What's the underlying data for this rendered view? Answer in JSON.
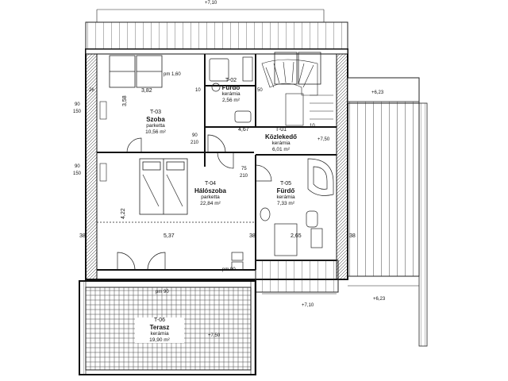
{
  "rooms": [
    {
      "code": "T-02",
      "name": "Fürdő",
      "material": "kerámia",
      "area": "2,56 m²"
    },
    {
      "code": "T-03",
      "name": "Szoba",
      "material": "parketta",
      "area": "10,56 m²"
    },
    {
      "code": "T-01",
      "name": "Közlekedő",
      "material": "kerámia",
      "area": "6,01 m²"
    },
    {
      "code": "T-04",
      "name": "Hálószoba",
      "material": "parketta",
      "area": "22,84 m²"
    },
    {
      "code": "T-05",
      "name": "Fürdő",
      "material": "kerámia",
      "area": "7,33 m²"
    },
    {
      "code": "T-06",
      "name": "Terasz",
      "material": "kerámia",
      "area": "19,90 m²"
    }
  ],
  "levels": {
    "top": "+7,10",
    "right_top": "+6,23",
    "right_bottom": "+6,23",
    "bottom_center": "+7,10",
    "corridor": "+7,50",
    "terrace": "+7,50"
  },
  "dimensions": {
    "d_382": "3,82",
    "d_467": "4,67",
    "d_537": "5,37",
    "d_265": "2,65",
    "d_422": "4,22",
    "d_358": "3,58",
    "d_38a": "38",
    "d_38b": "38",
    "d_38c": "38",
    "d_10a": "10",
    "d_10b": "10",
    "d_26": "26",
    "d_50": "50",
    "d_90a": "90",
    "d_150a": "150",
    "d_90b": "90",
    "d_150b": "150",
    "d_90c": "90",
    "d_210a": "210",
    "d_75": "75",
    "d_210b": "210",
    "d_pm90a": "pm 90",
    "d_pm90b": "pm 90",
    "d_pm160": "pm 1,60"
  }
}
